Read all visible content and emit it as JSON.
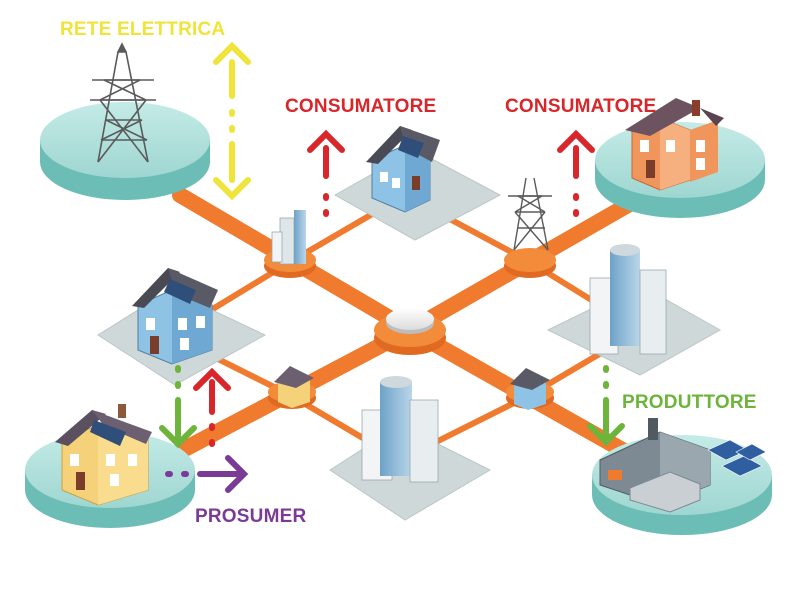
{
  "labels": {
    "grid": "RETE ELETTRICA",
    "consumer_left": "CONSUMATORE",
    "consumer_right": "CONSUMATORE",
    "producer": "PRODUTTORE",
    "prosumer": "PROSUMER"
  },
  "colors": {
    "grid": "#f0e33a",
    "consumer": "#d8262b",
    "producer": "#6db43a",
    "prosumer": "#7b3a96",
    "cable": "#f07a2e",
    "platform": "#a9dcd8",
    "tile": "#cfd8d8"
  },
  "icons": [
    "power-pylon-icon",
    "house-icon",
    "office-tower-icon",
    "factory-icon",
    "solar-panel-icon",
    "hub-icon"
  ]
}
